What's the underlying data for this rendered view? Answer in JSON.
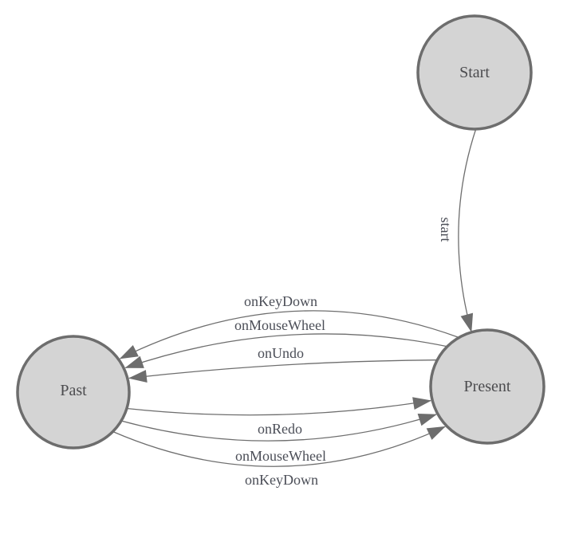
{
  "colors": {
    "background": "#ffffff",
    "node_fill": "#d4d4d4",
    "node_border": "#6d6d6d",
    "edge_line": "#6e6e6e",
    "arrowhead": "#6d6d6d",
    "edge_label_text": "#4b4e57",
    "node_label_text": "#4c4c4f"
  },
  "nodes": [
    {
      "id": "start",
      "label": "Start"
    },
    {
      "id": "present",
      "label": "Present"
    },
    {
      "id": "past",
      "label": "Past"
    }
  ],
  "edges": [
    {
      "id": "start-to-present",
      "from": "Start",
      "to": "Present",
      "label": "start"
    },
    {
      "id": "present-to-past-undo1",
      "from": "Present",
      "to": "Past",
      "label": "onKeyDown"
    },
    {
      "id": "present-to-past-undo2",
      "from": "Present",
      "to": "Past",
      "label": "onMouseWheel"
    },
    {
      "id": "present-to-past-undo3",
      "from": "Present",
      "to": "Past",
      "label": "onUndo"
    },
    {
      "id": "past-to-present-redo1",
      "from": "Past",
      "to": "Present",
      "label": "onRedo"
    },
    {
      "id": "past-to-present-redo2",
      "from": "Past",
      "to": "Present",
      "label": "onMouseWheel"
    },
    {
      "id": "past-to-present-redo3",
      "from": "Past",
      "to": "Present",
      "label": "onKeyDown"
    }
  ]
}
